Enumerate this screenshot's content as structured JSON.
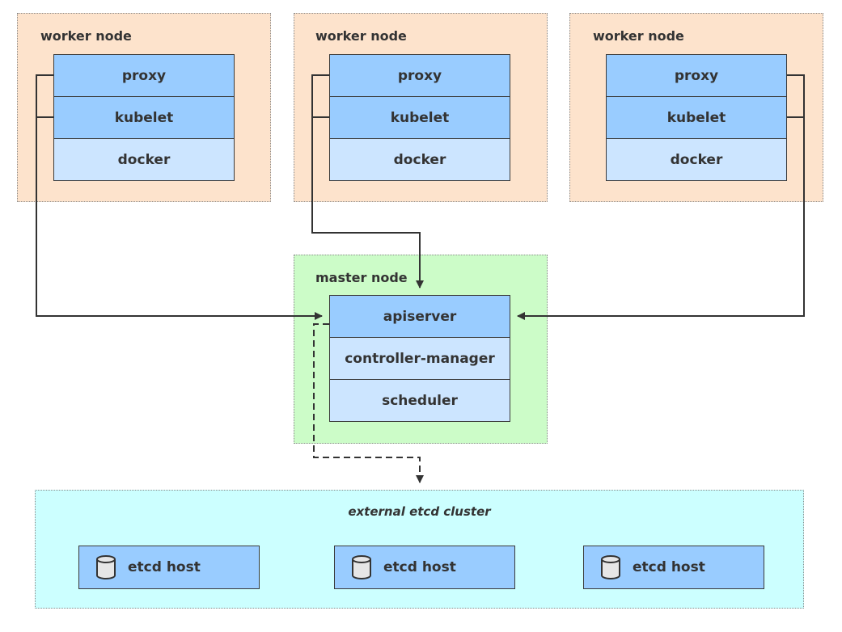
{
  "workers": [
    {
      "title": "worker node",
      "components": [
        "proxy",
        "kubelet",
        "docker"
      ]
    },
    {
      "title": "worker node",
      "components": [
        "proxy",
        "kubelet",
        "docker"
      ]
    },
    {
      "title": "worker node",
      "components": [
        "proxy",
        "kubelet",
        "docker"
      ]
    }
  ],
  "master": {
    "title": "master node",
    "components": [
      "apiserver",
      "controller-manager",
      "scheduler"
    ]
  },
  "etcd": {
    "title": "external etcd cluster",
    "hosts": [
      "etcd host",
      "etcd host",
      "etcd host"
    ],
    "icon": "database-icon"
  },
  "colors": {
    "worker_bg": "#fde3cc",
    "master_bg": "#ccfcc8",
    "etcd_bg": "#ccffff",
    "component_dark": "#99ccff",
    "component_light": "#cce5ff"
  }
}
